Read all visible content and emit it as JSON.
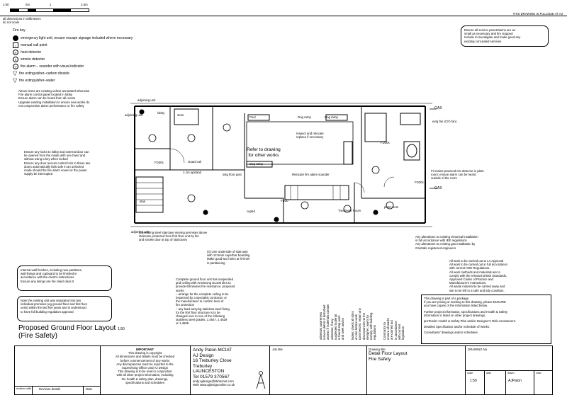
{
  "scale_bar": {
    "ratio": "1:50",
    "start": "0m",
    "mid": "1",
    "end": "2.5m"
  },
  "header_note": "THIS DRAWING IS FULLSIZE AT A3",
  "dims_note": [
    "all dimensions in millimetres",
    "do not scale"
  ],
  "fire_key": {
    "title": "Fire key",
    "items": [
      {
        "icon": "emergency-light-icon",
        "label": "emergency light unit, ensure escape signage included where necessary"
      },
      {
        "icon": "manual-call-point-icon",
        "label": "manual call point"
      },
      {
        "icon": "heat-detector-icon",
        "label": "heat detector"
      },
      {
        "icon": "smoke-detector-icon",
        "label": "smoke detector"
      },
      {
        "icon": "fire-alarm-sounder-icon",
        "label": "fire alarm – sounder with visual indicator"
      },
      {
        "icon": "co2-extinguisher-icon",
        "label": "fire extinguisher–carbon dioxide"
      },
      {
        "icon": "water-extinguisher-icon",
        "label": "fire extinguisher–water"
      }
    ]
  },
  "existing_note": [
    "Above items are existing unless annotated otherwise",
    "Fire alarm control panel located in lobby",
    "Ensure alarm can be heard from all rooms",
    "Upgrade existing installation to ensure new works do",
    "not compromise alarm performance or fire safety"
  ],
  "service_note": [
    "Ensure all service penetrations are as",
    "small as necessary and fire stopped",
    "Include to investigate and make good any",
    "existing concealed services"
  ],
  "doors_note": [
    "Ensure any locks to lobby and external door can",
    "be opened from the inside with one hand and",
    "without using a key when locked",
    "Ensure any door access control lock to these two",
    "doors automatically fails safe in an unlocked",
    "mode should the fire alarm sound or the power",
    "supply be interrupted"
  ],
  "finishes_note": [
    "Internal wall finishes, including new partitions,",
    "wall linings and cupboard to be finished in",
    "accordance with the client's instructions",
    "Ensure any linings are fire rated class 0"
  ],
  "existing_unit_note": [
    "Note the existing unit was separated into two",
    "individual premises (eg ground floor and first floor",
    "units) within the last five years and is understood",
    "to have full building regulation approval"
  ],
  "title_main": "Proposed Ground Floor Layout",
  "title_scale": "1:50",
  "title_sub": "(Fire Safety)",
  "plan_labels": {
    "adjoining_top": "adjoining unit",
    "adjoining_left": "adjoining unit",
    "adjoining_bottom": "adjoining unit",
    "lobby": "lobby",
    "store": "store",
    "guard_rail": "Guard rail",
    "upstand": "1.1m upstand",
    "fd30s_left": "FD30s",
    "fd30s_mid": "FD30",
    "fd30s_right": "FD30s",
    "fd30s_far": "FD30s",
    "refer_drawing": [
      "Refer to drawing",
      "for other works"
    ],
    "dog_ramp": "Dog ramp",
    "dog_ramp2": "Dog ramp",
    "dog_ramp3": "Dog ramp",
    "pool": "Pool",
    "inspect": [
      "Inspect and relocate",
      "replace if necessary"
    ],
    "steel_floor_post": "sstg floor post",
    "relocate_sounder": "Relocate fire alarm sounder",
    "cupbd": "cupbd",
    "treatment_room": "Treatment Room",
    "plant_room": "plant room",
    "gas_top": "GAS",
    "gas_bottom": "GAS",
    "extg_fan": "extg fan (C/O fan)",
    "stair": "stair"
  },
  "co_note": [
    "Fit mains powered CO detector in plant",
    "room; ensure alarm can be heard",
    "outside of the room"
  ],
  "electrical_note": [
    "Any alterations to existing electrical installation",
    "in full accordance with IEE regulations",
    "Any alterations to existing gas installation by",
    "GasSafe registered engineers"
  ],
  "stair_note": [
    "(1) existing steel staircase serving premises above",
    "staircase protected from first floor unit by fire",
    "and smoke door at top of staircases"
  ],
  "lining_note": [
    "(3) Line underside of staircase",
    "with 12.5mm superbar boarding",
    "Make good two holes at hi-level",
    "in partitioning"
  ],
  "ceiling_note": [
    "Complete ground floor unit has suspended",
    "grid ceiling with Armstrong DL100 tiles to",
    "provide 60minutes fire resistance; proposed",
    "works:",
    "– arrange for the complete ceiling to be",
    "  inspected by a specialist contractor or",
    "  the manufacturer to confirm level of",
    "  fire protection",
    "– any lead carrying stainless steel fixing",
    "  for the first floor structure is to be",
    "  changed over to one of the following",
    "  stainless steel grades: 1.4547, 1.4529",
    "  or 1.4565"
  ],
  "rotated_note_a": [
    "asbestos awareness",
    "remove debris if disturbed",
    "assess if materials contain",
    "asbestos; if any",
    "suspected material",
    "is found stop work",
    "and seek advice"
  ],
  "rotated_note_b": [
    "Notes: check all dims",
    "on site before work",
    "commences; report any",
    "discrepancies to the",
    "designer; works to",
    "comply with building",
    "regulations"
  ],
  "rotated_note_c": [
    "Contractor to",
    "ensure all works",
    "are carried out",
    "in accordance",
    "with current",
    "legislation"
  ],
  "la_note": [
    "All work to be carried out to LA Approval",
    "All work to be carried out in full accordance",
    "with current HSE Regulations.",
    "All work methods and materials are to",
    "comply with the relevant British Standards,",
    "Approved Codes of Practice and",
    "Manufacturer's instructions.",
    "All waste material to be carried away and",
    "site to be left in a safe and tidy condition."
  ],
  "package_note": [
    "This drawing is part of a package.",
    "If you are pricing or working to this drawing, please ENSURE",
    "you have copies of the information listed below.",
    "",
    "Further project information, specifications and Health & Safety",
    "information is listed on other project drawings.",
    "",
    "preTender Health & Safety Plan and/or Designer's Risk Assessment.",
    "",
    "Detailed Specification and/or Schedule of Works.",
    "",
    "Consultants' drawings and/or schedules."
  ],
  "important": {
    "title": "IMPORTANT",
    "lines": [
      "This drawing is copyright",
      "All dimensions and details must be checked",
      "before commencement of any works",
      "Any discrepancies must be reported to the",
      "Supervising Officer and AJ Design",
      "This drawing is to be read in conjunction",
      "with all other project information, including",
      "the health & safety plan, drawings,",
      "specifications and schedules"
    ]
  },
  "designer": {
    "lines": [
      "Andy Paton MCIAT",
      "AJ Design",
      "16 Treburley Close",
      "Treburley",
      "LAUNCESTON",
      "Tel 01579 370567",
      "andy.ajdesign@btinternet.com",
      "Web www.ajdesignonline.co.uk"
    ]
  },
  "revision_headers": {
    "rev": "revision suffix",
    "details": "Revision details",
    "date": "Date"
  },
  "job_title_label": "Job title",
  "drawing_title_label": "Drawing title",
  "drawing_title": [
    "Detail Floor Layout",
    "Fire Safety"
  ],
  "drawing_no_label": "DRAWING No",
  "scale_label": "scale",
  "scale_value": "1:50",
  "date_label": "date",
  "drawn_label": "drawn",
  "drawn_value": "AJPaton",
  "chkd_label": "chkd"
}
